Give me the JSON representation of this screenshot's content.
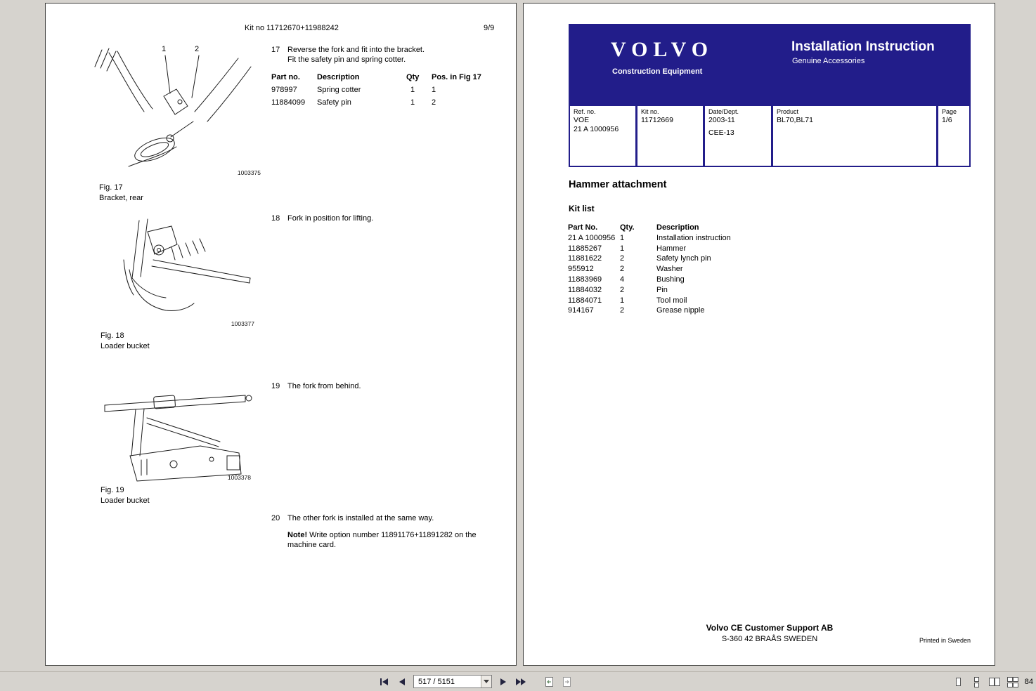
{
  "colors": {
    "app_bg": "#d6d3ce",
    "page_bg": "#ffffff",
    "volvo_blue": "#221d8a",
    "text": "#000000"
  },
  "left_page": {
    "kit_header": "Kit no 11712670+11988242",
    "page_number": "9/9",
    "steps": [
      {
        "num": "17",
        "text": "Reverse the fork and fit into the bracket.\nFit the safety pin and spring cotter."
      },
      {
        "num": "18",
        "text": "Fork in position for lifting."
      },
      {
        "num": "19",
        "text": "The fork from behind."
      },
      {
        "num": "20",
        "text": "The other fork is installed at the same way."
      }
    ],
    "parts_table": {
      "headers": [
        "Part no.",
        "Description",
        "Qty",
        "Pos. in Fig 17"
      ],
      "rows": [
        [
          "978997",
          "Spring cotter",
          "1",
          "1"
        ],
        [
          "11884099",
          "Safety pin",
          "1",
          "2"
        ]
      ]
    },
    "figures": [
      {
        "label": "Fig. 17",
        "caption": "Bracket, rear",
        "image_no": "1003375",
        "callouts": [
          "1",
          "2"
        ]
      },
      {
        "label": "Fig. 18",
        "caption": "Loader bucket",
        "image_no": "1003377"
      },
      {
        "label": "Fig. 19",
        "caption": "Loader bucket",
        "image_no": "1003378"
      }
    ],
    "note_label": "Note!",
    "note_text": " Write option number 11891176+11891282 on the\nmachine card."
  },
  "right_page": {
    "header": {
      "logo": "VOLVO",
      "logo_sub": "Construction Equipment",
      "title": "Installation Instruction",
      "subtitle": "Genuine Accessories",
      "cells": [
        {
          "label": "Ref. no.",
          "lines": [
            "VOE",
            "21 A 1000956"
          ]
        },
        {
          "label": "Kit no.",
          "lines": [
            "11712669"
          ]
        },
        {
          "label": "Date/Dept.",
          "lines": [
            "2003-11",
            "CEE-13"
          ]
        },
        {
          "label": "Product",
          "lines": [
            "BL70,BL71"
          ]
        },
        {
          "label": "Page",
          "lines": [
            "1/6"
          ]
        }
      ]
    },
    "section_title": "Hammer attachment",
    "kit_list_label": "Kit list",
    "kit_table": {
      "headers": [
        "Part No.",
        "Qty.",
        "Description"
      ],
      "rows": [
        [
          "21 A 1000956",
          "1",
          "Installation instruction"
        ],
        [
          "11885267",
          "1",
          "Hammer"
        ],
        [
          "11881622",
          "2",
          "Safety lynch pin"
        ],
        [
          "955912",
          "2",
          "Washer"
        ],
        [
          "11883969",
          "4",
          "Bushing"
        ],
        [
          "11884032",
          "2",
          "Pin"
        ],
        [
          "11884071",
          "1",
          "Tool moil"
        ],
        [
          "914167",
          "2",
          "Grease nipple"
        ]
      ]
    },
    "footer": {
      "line1": "Volvo CE Customer Support AB",
      "line2": "S-360 42 BRAÅS SWEDEN",
      "printed": "Printed in Sweden"
    }
  },
  "toolbar": {
    "page_display": "517 / 5151",
    "zoom_text": "84"
  }
}
